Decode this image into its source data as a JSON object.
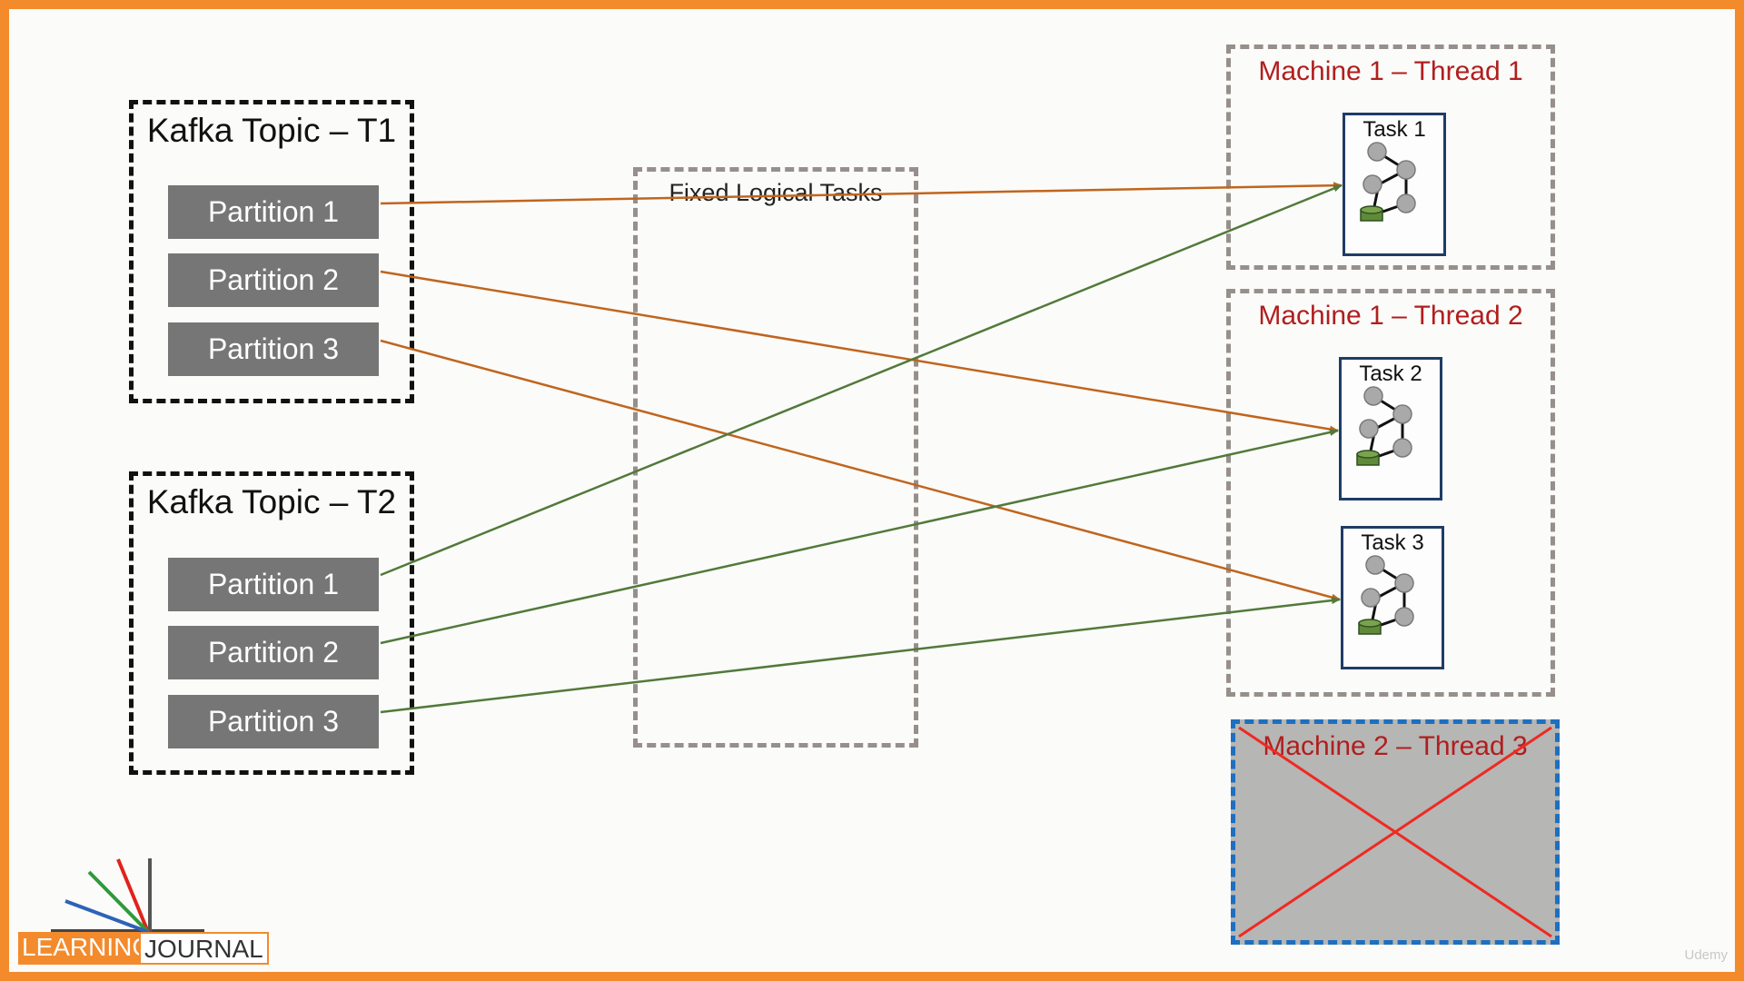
{
  "topics": [
    {
      "title": "Kafka Topic – T1",
      "partitions": [
        "Partition 1",
        "Partition 2",
        "Partition 3"
      ]
    },
    {
      "title": "Kafka Topic – T2",
      "partitions": [
        "Partition 1",
        "Partition 2",
        "Partition 3"
      ]
    }
  ],
  "fixed_tasks": {
    "title": "Fixed Logical Tasks"
  },
  "machines": [
    {
      "title": "Machine 1 – Thread 1",
      "tasks": [
        "Task 1"
      ]
    },
    {
      "title": "Machine 1 – Thread 2",
      "tasks": [
        "Task 2",
        "Task 3"
      ]
    },
    {
      "title": "Machine 2 – Thread 3",
      "tasks": [],
      "status": "failed"
    }
  ],
  "assignments": [
    {
      "from": "T1 Partition 1",
      "to": "Task 1"
    },
    {
      "from": "T1 Partition 2",
      "to": "Task 2"
    },
    {
      "from": "T1 Partition 3",
      "to": "Task 3"
    },
    {
      "from": "T2 Partition 1",
      "to": "Task 1"
    },
    {
      "from": "T2 Partition 2",
      "to": "Task 2"
    },
    {
      "from": "T2 Partition 3",
      "to": "Task 3"
    }
  ],
  "colors": {
    "frame": "#f38a2c",
    "t1_arrow": "#c0651e",
    "t2_arrow": "#52793a",
    "machine_title": "#b01e1e",
    "failed_cross": "#ee2a22",
    "failed_border": "#1e6fbf"
  },
  "logo": {
    "left": "LEARNING",
    "right": "JOURNAL"
  },
  "watermark": "Udemy"
}
